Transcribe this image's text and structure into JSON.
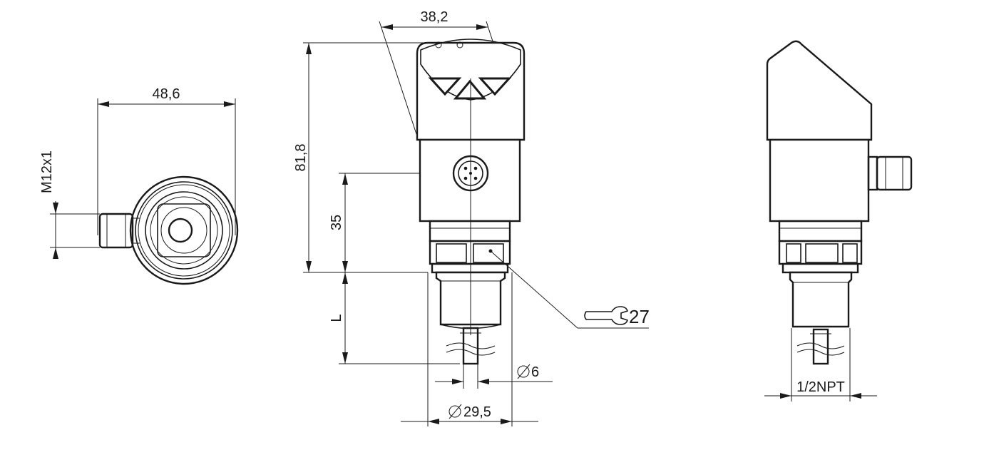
{
  "dimensions": {
    "housing_diameter": "48,6",
    "connector_thread": "M12x1",
    "head_width": "38,2",
    "total_height": "81,8",
    "connector_height": "35",
    "probe_length": "L",
    "wrench_size": "27",
    "probe_diameter": "6",
    "thread_diameter": "29,5",
    "process_thread": "1/2NPT"
  },
  "symbols": {
    "diameter": "diameter-icon",
    "wrench": "wrench-icon"
  },
  "colors": {
    "line": "#1a1a1a",
    "background": "#ffffff"
  }
}
